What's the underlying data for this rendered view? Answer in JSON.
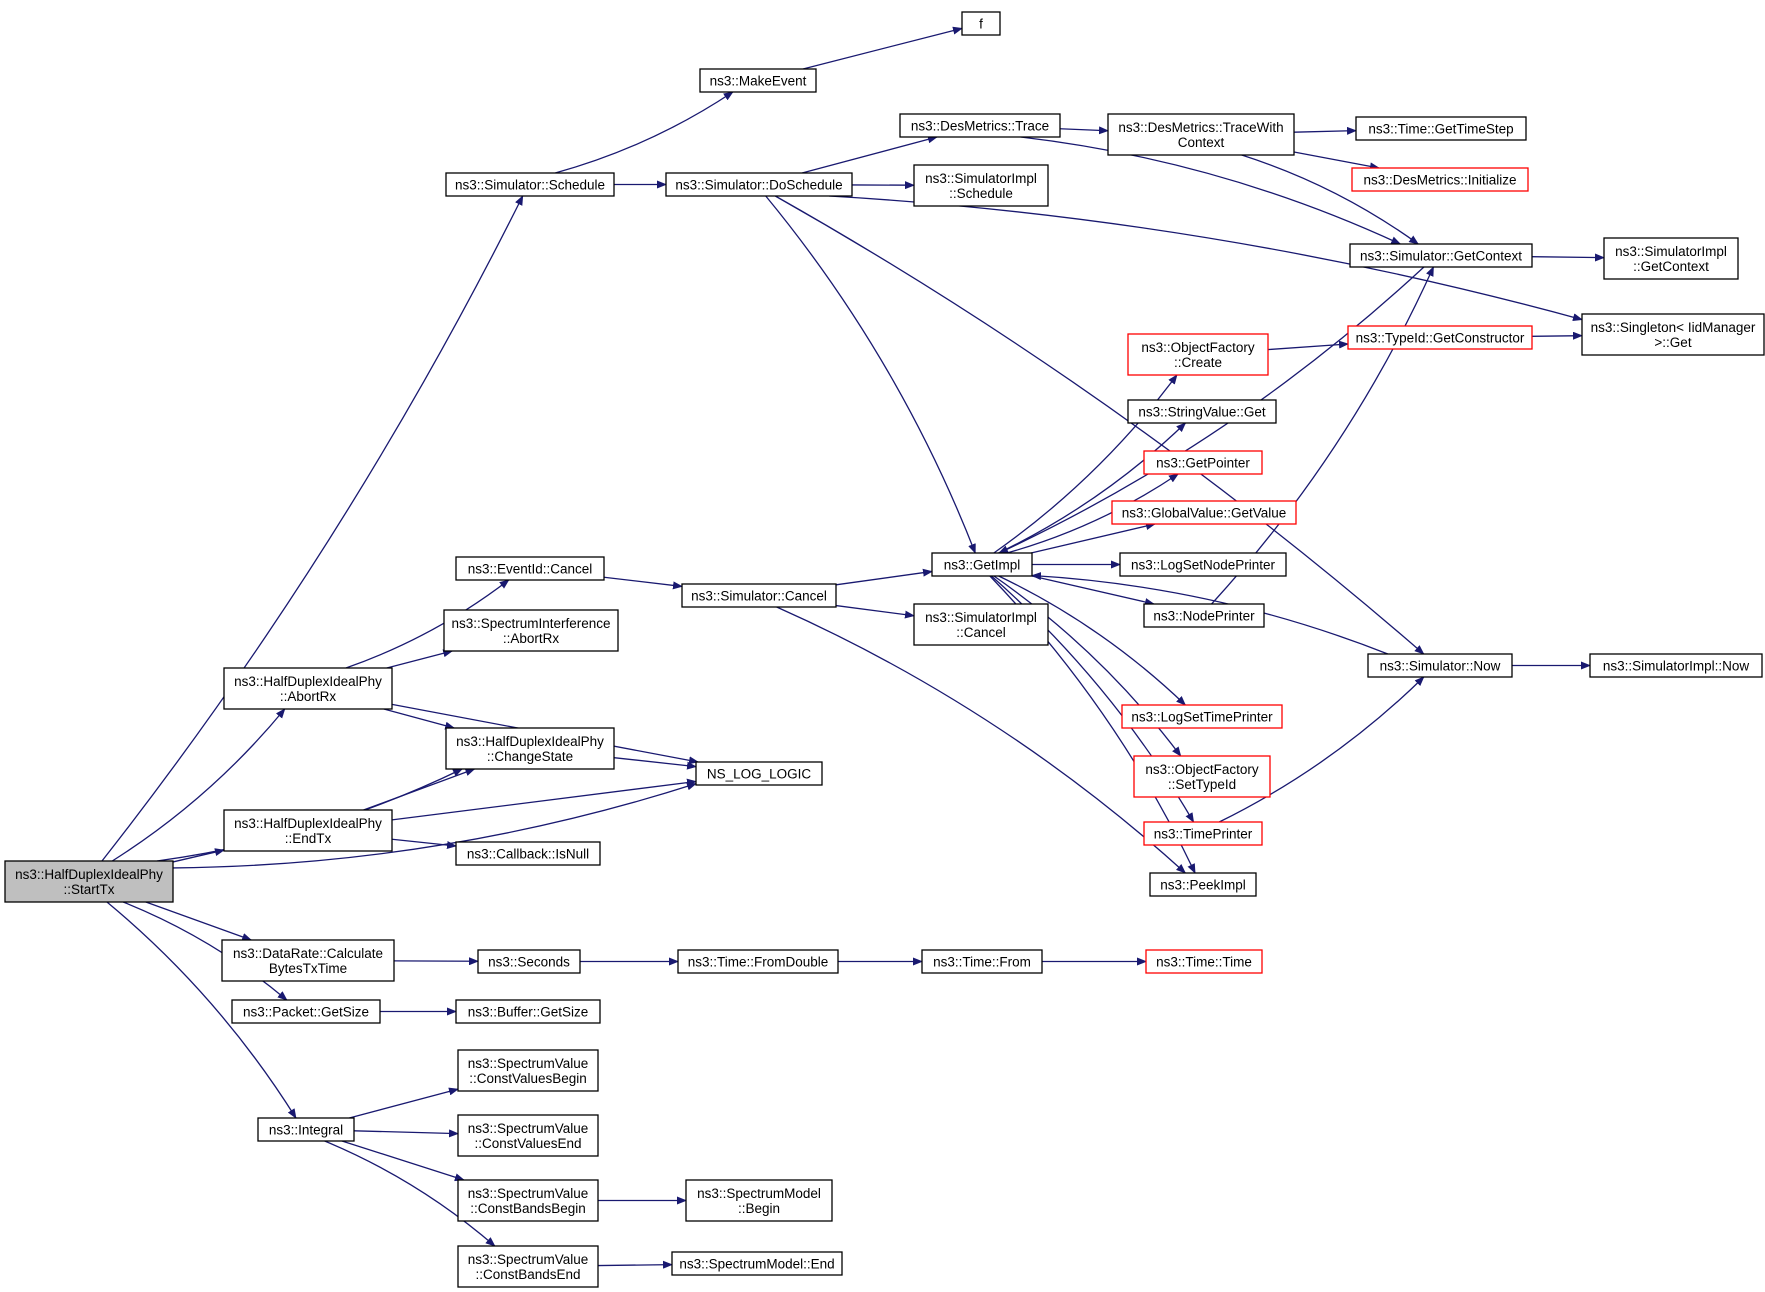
{
  "colors": {
    "edge": "#191970",
    "node_border": "#000000",
    "node_border_truncated": "#ff0000",
    "node_fill": "#ffffff",
    "root_fill": "#bfbfbf"
  },
  "nodes": [
    {
      "id": "start_tx",
      "lines": [
        "ns3::HalfDuplexIdealPhy",
        "::StartTx"
      ],
      "style": "root"
    },
    {
      "id": "sim_schedule",
      "lines": [
        "ns3::Simulator::Schedule"
      ]
    },
    {
      "id": "make_event",
      "lines": [
        "ns3::MakeEvent"
      ]
    },
    {
      "id": "f",
      "lines": [
        "f"
      ]
    },
    {
      "id": "do_schedule",
      "lines": [
        "ns3::Simulator::DoSchedule"
      ]
    },
    {
      "id": "desmetrics_trace",
      "lines": [
        "ns3::DesMetrics::Trace"
      ]
    },
    {
      "id": "desmetrics_tracewithcontext",
      "lines": [
        "ns3::DesMetrics::TraceWith",
        "Context"
      ]
    },
    {
      "id": "time_gettimestep",
      "lines": [
        "ns3::Time::GetTimeStep"
      ]
    },
    {
      "id": "desmetrics_initialize",
      "lines": [
        "ns3::DesMetrics::Initialize"
      ],
      "style": "truncated"
    },
    {
      "id": "simimpl_schedule",
      "lines": [
        "ns3::SimulatorImpl",
        "::Schedule"
      ]
    },
    {
      "id": "sim_getcontext",
      "lines": [
        "ns3::Simulator::GetContext"
      ]
    },
    {
      "id": "simimpl_getcontext",
      "lines": [
        "ns3::SimulatorImpl",
        "::GetContext"
      ]
    },
    {
      "id": "singleton_get",
      "lines": [
        "ns3::Singleton< IidManager",
        ">::Get"
      ]
    },
    {
      "id": "typeid_getconstructor",
      "lines": [
        "ns3::TypeId::GetConstructor"
      ],
      "style": "truncated"
    },
    {
      "id": "objfactory_create",
      "lines": [
        "ns3::ObjectFactory",
        "::Create"
      ],
      "style": "truncated"
    },
    {
      "id": "stringvalue_get",
      "lines": [
        "ns3::StringValue::Get"
      ]
    },
    {
      "id": "getpointer",
      "lines": [
        "ns3::GetPointer"
      ],
      "style": "truncated"
    },
    {
      "id": "globalvalue_getvalue",
      "lines": [
        "ns3::GlobalValue::GetValue"
      ],
      "style": "truncated"
    },
    {
      "id": "logsetnodeprinter",
      "lines": [
        "ns3::LogSetNodePrinter"
      ]
    },
    {
      "id": "nodeprinter",
      "lines": [
        "ns3::NodePrinter"
      ]
    },
    {
      "id": "getimpl",
      "lines": [
        "ns3::GetImpl"
      ]
    },
    {
      "id": "eventid_cancel",
      "lines": [
        "ns3::EventId::Cancel"
      ]
    },
    {
      "id": "sim_cancel",
      "lines": [
        "ns3::Simulator::Cancel"
      ]
    },
    {
      "id": "simimpl_cancel",
      "lines": [
        "ns3::SimulatorImpl",
        "::Cancel"
      ]
    },
    {
      "id": "specinterf_abortrx",
      "lines": [
        "ns3::SpectrumInterference",
        "::AbortRx"
      ]
    },
    {
      "id": "hdip_abortrx",
      "lines": [
        "ns3::HalfDuplexIdealPhy",
        "::AbortRx"
      ]
    },
    {
      "id": "sim_now",
      "lines": [
        "ns3::Simulator::Now"
      ]
    },
    {
      "id": "simimpl_now",
      "lines": [
        "ns3::SimulatorImpl::Now"
      ]
    },
    {
      "id": "hdip_changestate",
      "lines": [
        "ns3::HalfDuplexIdealPhy",
        "::ChangeState"
      ]
    },
    {
      "id": "ns_log_logic",
      "lines": [
        "NS_LOG_LOGIC"
      ]
    },
    {
      "id": "logsettimeprinter",
      "lines": [
        "ns3::LogSetTimePrinter"
      ],
      "style": "truncated"
    },
    {
      "id": "objfactory_settypeid",
      "lines": [
        "ns3::ObjectFactory",
        "::SetTypeId"
      ],
      "style": "truncated"
    },
    {
      "id": "hdip_endtx",
      "lines": [
        "ns3::HalfDuplexIdealPhy",
        "::EndTx"
      ]
    },
    {
      "id": "timeprinter",
      "lines": [
        "ns3::TimePrinter"
      ],
      "style": "truncated"
    },
    {
      "id": "callback_isnull",
      "lines": [
        "ns3::Callback::IsNull"
      ]
    },
    {
      "id": "peekimpl",
      "lines": [
        "ns3::PeekImpl"
      ]
    },
    {
      "id": "datarate_calc",
      "lines": [
        "ns3::DataRate::Calculate",
        "BytesTxTime"
      ]
    },
    {
      "id": "seconds",
      "lines": [
        "ns3::Seconds"
      ]
    },
    {
      "id": "time_fromdouble",
      "lines": [
        "ns3::Time::FromDouble"
      ]
    },
    {
      "id": "time_from",
      "lines": [
        "ns3::Time::From"
      ]
    },
    {
      "id": "time_time",
      "lines": [
        "ns3::Time::Time"
      ],
      "style": "truncated"
    },
    {
      "id": "packet_getsize",
      "lines": [
        "ns3::Packet::GetSize"
      ]
    },
    {
      "id": "buffer_getsize",
      "lines": [
        "ns3::Buffer::GetSize"
      ]
    },
    {
      "id": "specval_constvaluesbegin",
      "lines": [
        "ns3::SpectrumValue",
        "::ConstValuesBegin"
      ]
    },
    {
      "id": "integral",
      "lines": [
        "ns3::Integral"
      ]
    },
    {
      "id": "specval_constvaluesend",
      "lines": [
        "ns3::SpectrumValue",
        "::ConstValuesEnd"
      ]
    },
    {
      "id": "specval_constbandsbegin",
      "lines": [
        "ns3::SpectrumValue",
        "::ConstBandsBegin"
      ]
    },
    {
      "id": "specmodel_begin",
      "lines": [
        "ns3::SpectrumModel",
        "::Begin"
      ]
    },
    {
      "id": "specval_constbandsend",
      "lines": [
        "ns3::SpectrumValue",
        "::ConstBandsEnd"
      ]
    },
    {
      "id": "specmodel_end",
      "lines": [
        "ns3::SpectrumModel::End"
      ]
    }
  ],
  "edges": [
    {
      "from": "start_tx",
      "to": "sim_schedule"
    },
    {
      "from": "start_tx",
      "to": "hdip_abortrx"
    },
    {
      "from": "start_tx",
      "to": "hdip_changestate"
    },
    {
      "from": "start_tx",
      "to": "hdip_endtx"
    },
    {
      "from": "start_tx",
      "to": "ns_log_logic"
    },
    {
      "from": "start_tx",
      "to": "datarate_calc"
    },
    {
      "from": "start_tx",
      "to": "packet_getsize"
    },
    {
      "from": "start_tx",
      "to": "integral"
    },
    {
      "from": "sim_schedule",
      "to": "make_event"
    },
    {
      "from": "sim_schedule",
      "to": "do_schedule"
    },
    {
      "from": "make_event",
      "to": "f"
    },
    {
      "from": "do_schedule",
      "to": "desmetrics_trace"
    },
    {
      "from": "do_schedule",
      "to": "simimpl_schedule"
    },
    {
      "from": "do_schedule",
      "to": "getimpl"
    },
    {
      "from": "do_schedule",
      "to": "sim_now"
    },
    {
      "from": "do_schedule",
      "to": "singleton_get"
    },
    {
      "from": "desmetrics_trace",
      "to": "desmetrics_tracewithcontext"
    },
    {
      "from": "desmetrics_trace",
      "to": "sim_getcontext"
    },
    {
      "from": "desmetrics_tracewithcontext",
      "to": "time_gettimestep"
    },
    {
      "from": "desmetrics_tracewithcontext",
      "to": "desmetrics_initialize"
    },
    {
      "from": "desmetrics_tracewithcontext",
      "to": "sim_getcontext"
    },
    {
      "from": "sim_getcontext",
      "to": "simimpl_getcontext"
    },
    {
      "from": "sim_getcontext",
      "to": "getimpl"
    },
    {
      "from": "objfactory_create",
      "to": "typeid_getconstructor"
    },
    {
      "from": "typeid_getconstructor",
      "to": "singleton_get"
    },
    {
      "from": "getimpl",
      "to": "objfactory_create"
    },
    {
      "from": "getimpl",
      "to": "stringvalue_get"
    },
    {
      "from": "getimpl",
      "to": "getpointer"
    },
    {
      "from": "getimpl",
      "to": "globalvalue_getvalue"
    },
    {
      "from": "getimpl",
      "to": "logsetnodeprinter"
    },
    {
      "from": "getimpl",
      "to": "nodeprinter"
    },
    {
      "from": "getimpl",
      "to": "logsettimeprinter"
    },
    {
      "from": "getimpl",
      "to": "objfactory_settypeid"
    },
    {
      "from": "getimpl",
      "to": "timeprinter"
    },
    {
      "from": "getimpl",
      "to": "peekimpl"
    },
    {
      "from": "nodeprinter",
      "to": "sim_getcontext"
    },
    {
      "from": "sim_now",
      "to": "getimpl"
    },
    {
      "from": "sim_now",
      "to": "simimpl_now"
    },
    {
      "from": "timeprinter",
      "to": "sim_now"
    },
    {
      "from": "eventid_cancel",
      "to": "sim_cancel"
    },
    {
      "from": "sim_cancel",
      "to": "getimpl"
    },
    {
      "from": "sim_cancel",
      "to": "simimpl_cancel"
    },
    {
      "from": "sim_cancel",
      "to": "peekimpl"
    },
    {
      "from": "hdip_abortrx",
      "to": "eventid_cancel"
    },
    {
      "from": "hdip_abortrx",
      "to": "specinterf_abortrx"
    },
    {
      "from": "hdip_abortrx",
      "to": "hdip_changestate"
    },
    {
      "from": "hdip_abortrx",
      "to": "ns_log_logic"
    },
    {
      "from": "hdip_changestate",
      "to": "ns_log_logic"
    },
    {
      "from": "hdip_endtx",
      "to": "hdip_changestate"
    },
    {
      "from": "hdip_endtx",
      "to": "ns_log_logic"
    },
    {
      "from": "hdip_endtx",
      "to": "callback_isnull"
    },
    {
      "from": "datarate_calc",
      "to": "seconds"
    },
    {
      "from": "seconds",
      "to": "time_fromdouble"
    },
    {
      "from": "time_fromdouble",
      "to": "time_from"
    },
    {
      "from": "time_from",
      "to": "time_time"
    },
    {
      "from": "packet_getsize",
      "to": "buffer_getsize"
    },
    {
      "from": "integral",
      "to": "specval_constvaluesbegin"
    },
    {
      "from": "integral",
      "to": "specval_constvaluesend"
    },
    {
      "from": "integral",
      "to": "specval_constbandsbegin"
    },
    {
      "from": "integral",
      "to": "specval_constbandsend"
    },
    {
      "from": "specval_constbandsbegin",
      "to": "specmodel_begin"
    },
    {
      "from": "specval_constbandsend",
      "to": "specmodel_end"
    }
  ]
}
